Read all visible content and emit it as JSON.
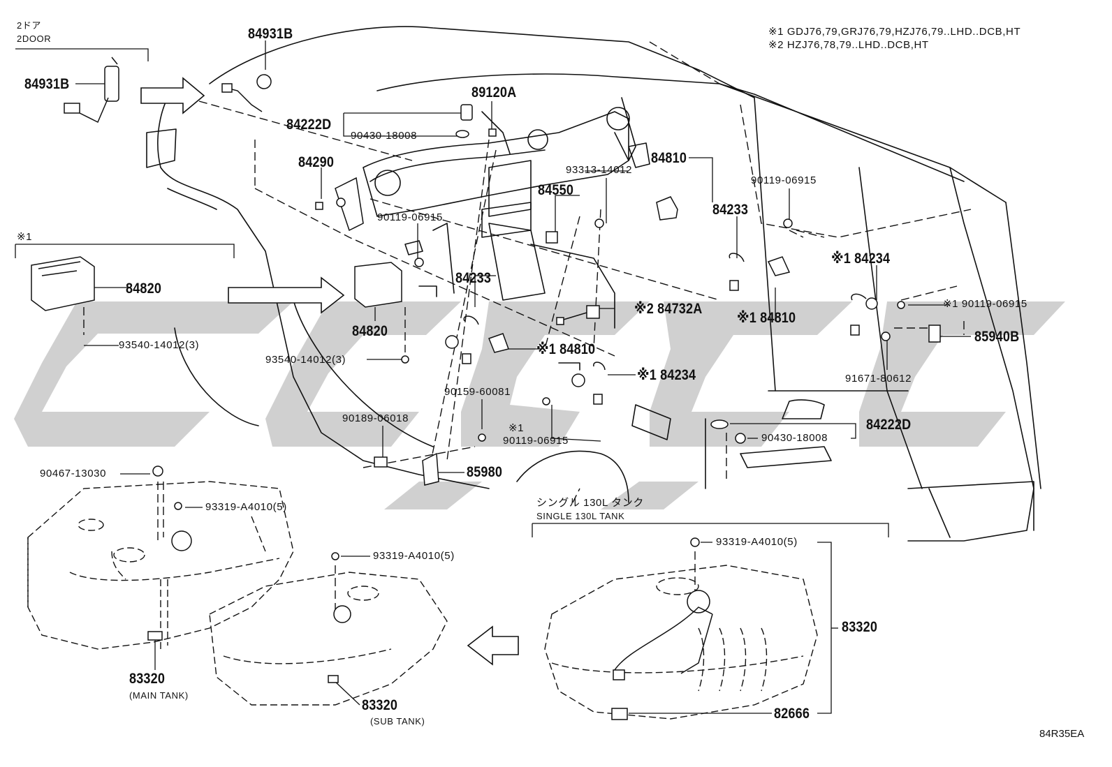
{
  "notes": {
    "note1": "※1 GDJ76,79,GRJ76,79,HZJ76,79..LHD..DCB,HT",
    "note2": "※2 HZJ76,78,79..LHD..DCB,HT"
  },
  "groups": {
    "door2_jp": "2ドア",
    "door2_en": "2DOOR",
    "note1_mark": "※1",
    "single_tank_jp": "シングル 130L タンク",
    "single_tank_en": "SINGLE 130L TANK"
  },
  "parts": {
    "p84931B_a": "84931B",
    "p84931B_b": "84931B",
    "p89120A": "89120A",
    "p84222D_top": "84222D",
    "p90430_top": "90430-18008",
    "p84290": "84290",
    "p84810_a": "84810",
    "p93313": "93313-14012",
    "p84550": "84550",
    "p90119_a": "90119-06915",
    "p90119_b": "90119-06915",
    "p84233_a": "84233",
    "p84233_b": "84233",
    "p84820_a": "84820",
    "p84820_b": "84820",
    "p93540_a": "93540-14012(3)",
    "p93540_b": "93540-14012(3)",
    "p84732A": "※2 84732A",
    "p84810_b": "※1 84810",
    "p84810_c": "※1 84810",
    "p84234_a": "※1 84234",
    "p84234_b": "※1 84234",
    "p90119_c": "※1 90119-06915",
    "p85940B": "85940B",
    "p91671": "91671-80612",
    "p90159": "90159-60081",
    "p90189": "90189-06018",
    "p90119_d_mark": "※1",
    "p90119_d": "90119-06915",
    "p84222D_b": "84222D",
    "p90430_b": "90430-18008",
    "p85980": "85980",
    "p90467": "90467-13030",
    "p93319_a": "93319-A4010(5)",
    "p93319_b": "93319-A4010(5)",
    "p93319_c": "93319-A4010(5)",
    "p83320_main": "83320",
    "p83320_main_sub": "(MAIN TANK)",
    "p83320_sub": "83320",
    "p83320_sub_sub": "(SUB TANK)",
    "p83320_single": "83320",
    "p82666": "82666"
  },
  "reference_code": "84R35EA"
}
